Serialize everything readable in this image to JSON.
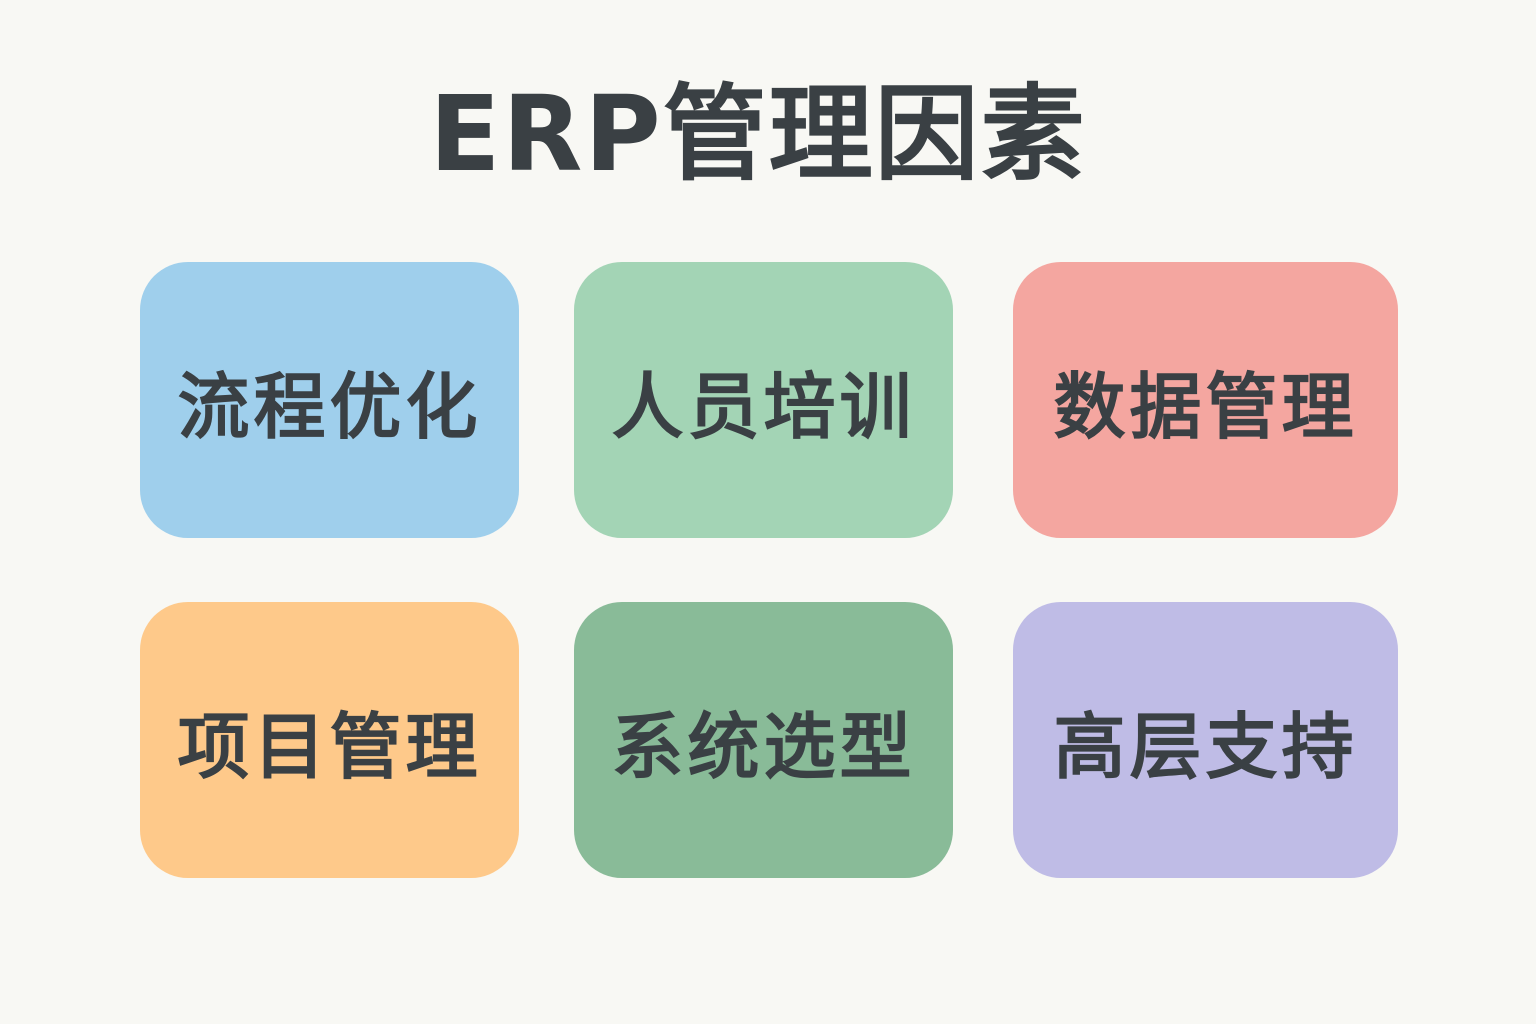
{
  "title": "ERP管理因素",
  "cards": [
    {
      "label": "流程优化",
      "color": "#9fcfec"
    },
    {
      "label": "人员培训",
      "color": "#a3d4b5"
    },
    {
      "label": "数据管理",
      "color": "#f4a6a0"
    },
    {
      "label": "项目管理",
      "color": "#fec98a"
    },
    {
      "label": "系统选型",
      "color": "#89bb98"
    },
    {
      "label": "高层支持",
      "color": "#bfbce6"
    }
  ]
}
